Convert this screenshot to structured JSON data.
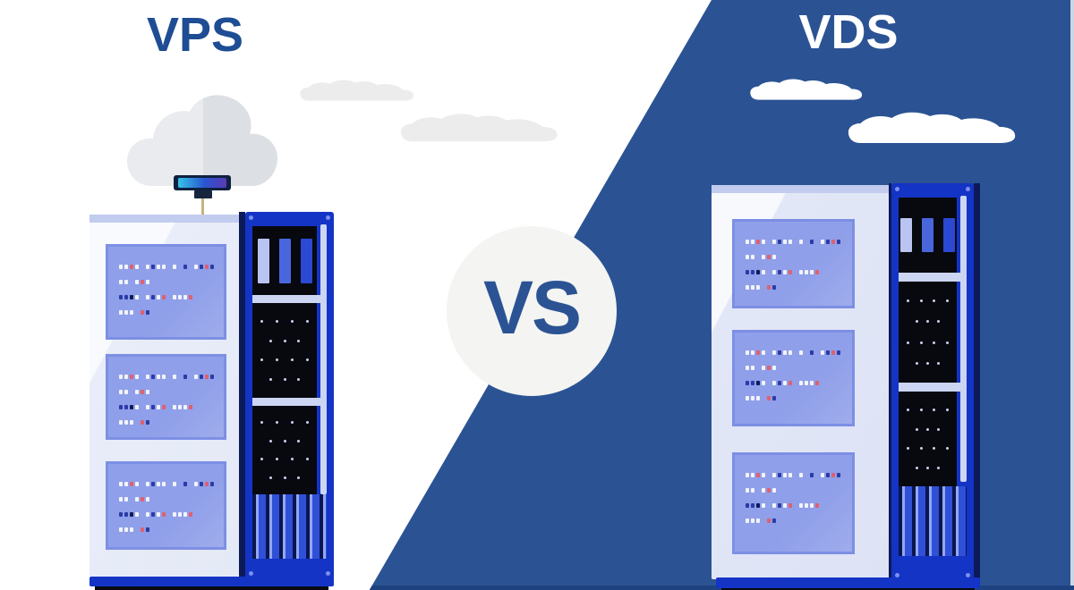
{
  "left": {
    "title": "VPS"
  },
  "right": {
    "title": "VDS"
  },
  "versus": {
    "label": "VS"
  },
  "colors": {
    "bgRight": "#2b5394",
    "titleLeft": "#1e4d94",
    "titleRight": "#ffffff",
    "vsText": "#2b5394",
    "vsCircle": "#f4f4f2",
    "bottomEdge": "#1e4180",
    "rackFrame": "#1434c6",
    "rackDark": "#0c1a57",
    "panelBlack": "#07090f",
    "divider": "#ccd5f2",
    "screen": "#8f9fe9",
    "screenBorder": "#7d8fe4",
    "cabinetBand": "#c2ccee",
    "cloudLight": "#e9ebee",
    "cloudShade": "#dcdfe4",
    "cloudFlatGray": "#ececec",
    "cloudFlatWhite": "#ffffff",
    "ventBg": "#0a1650",
    "ventSlat": "#3050d8",
    "ventEdge": "#93a7f2",
    "dot": "#c9d1ee",
    "screw": "#7c90ec",
    "base": "#1434c6",
    "baseShadow": "#080b12",
    "stem": "#c7b37b",
    "deviceBody": "#0f2140",
    "deviceGradFrom": "#35c3e8",
    "deviceGradMid": "#2a55d0",
    "deviceGradTo": "#5a3ab8"
  },
  "rack": {
    "indicator_bars": [
      "#b9c4f2",
      "#4a66dd",
      "#2b49d2"
    ],
    "dot_rows": 4,
    "dot_cols": 4
  },
  "code": {
    "palette": {
      "w": "#f2f4fc",
      "n": "#2b3ca6",
      "d": "#0e1a5e",
      "r": "#e0606e"
    },
    "lines": [
      "wwrw wnww w n wnrn",
      "ww wrw",
      "nndw wnwr wwwr",
      "www rn"
    ]
  }
}
